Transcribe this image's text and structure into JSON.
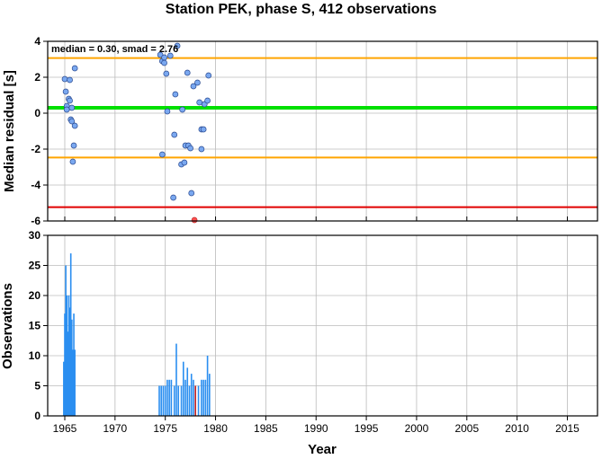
{
  "title": "Station PEK, phase S, 412 observations",
  "chart_data": [
    {
      "type": "scatter",
      "ylabel": "Median residual [s]",
      "annotation": "median = 0.30, smad = 2.76",
      "xlim": [
        1963.3,
        2018.0
      ],
      "ylim": [
        -6,
        4
      ],
      "yticks": [
        "-6",
        "-4",
        "-2",
        "0",
        "2",
        "4"
      ],
      "grid": true,
      "reference_lines": [
        {
          "y": 3.07,
          "color": "#ffa500"
        },
        {
          "y": 0.3,
          "color": "#00e000"
        },
        {
          "y": -2.47,
          "color": "#ffa500"
        },
        {
          "y": -5.23,
          "color": "#e00000"
        }
      ],
      "points": [
        {
          "x": 1965.0,
          "y": 1.9
        },
        {
          "x": 1965.1,
          "y": 1.2
        },
        {
          "x": 1965.2,
          "y": 0.4
        },
        {
          "x": 1965.2,
          "y": 0.2
        },
        {
          "x": 1965.4,
          "y": 0.8
        },
        {
          "x": 1965.5,
          "y": 1.85
        },
        {
          "x": 1965.5,
          "y": 0.7
        },
        {
          "x": 1965.6,
          "y": -0.35
        },
        {
          "x": 1965.7,
          "y": 0.3
        },
        {
          "x": 1965.7,
          "y": -0.45
        },
        {
          "x": 1965.9,
          "y": -1.8
        },
        {
          "x": 1965.8,
          "y": -2.7
        },
        {
          "x": 1966.0,
          "y": -0.7
        },
        {
          "x": 1966.0,
          "y": 2.5
        },
        {
          "x": 1974.5,
          "y": 3.25
        },
        {
          "x": 1974.7,
          "y": 2.9
        },
        {
          "x": 1974.7,
          "y": -2.3
        },
        {
          "x": 1974.9,
          "y": 3.1
        },
        {
          "x": 1974.9,
          "y": 2.8
        },
        {
          "x": 1975.1,
          "y": 2.2
        },
        {
          "x": 1975.2,
          "y": 0.1
        },
        {
          "x": 1975.5,
          "y": 3.2
        },
        {
          "x": 1975.8,
          "y": -4.7
        },
        {
          "x": 1975.9,
          "y": -1.2
        },
        {
          "x": 1976.0,
          "y": 1.05
        },
        {
          "x": 1976.2,
          "y": 3.75
        },
        {
          "x": 1976.6,
          "y": -2.85
        },
        {
          "x": 1976.7,
          "y": 0.2
        },
        {
          "x": 1976.9,
          "y": -2.75
        },
        {
          "x": 1977.0,
          "y": -1.8
        },
        {
          "x": 1977.2,
          "y": 2.25
        },
        {
          "x": 1977.3,
          "y": -1.8
        },
        {
          "x": 1977.5,
          "y": -1.95
        },
        {
          "x": 1977.6,
          "y": -4.45
        },
        {
          "x": 1977.8,
          "y": 1.5
        },
        {
          "x": 1977.9,
          "y": -5.95,
          "color": "#ff5050"
        },
        {
          "x": 1978.2,
          "y": 1.7
        },
        {
          "x": 1978.4,
          "y": 0.6
        },
        {
          "x": 1978.6,
          "y": -2.0
        },
        {
          "x": 1978.6,
          "y": -0.9
        },
        {
          "x": 1978.8,
          "y": -0.9
        },
        {
          "x": 1978.9,
          "y": 0.5
        },
        {
          "x": 1979.2,
          "y": 0.7
        },
        {
          "x": 1979.3,
          "y": 2.1
        }
      ]
    },
    {
      "type": "bar",
      "xlabel": "Year",
      "ylabel": "Observations",
      "xlim": [
        1963.3,
        2018.0
      ],
      "ylim": [
        0,
        30
      ],
      "yticks": [
        "0",
        "5",
        "10",
        "15",
        "20",
        "25",
        "30"
      ],
      "xticks": [
        "1965",
        "1970",
        "1975",
        "1980",
        "1985",
        "1990",
        "1995",
        "2000",
        "2005",
        "2010",
        "2015"
      ],
      "grid": true,
      "bars": [
        {
          "x": 1964.9,
          "v": 9
        },
        {
          "x": 1965.0,
          "v": 17
        },
        {
          "x": 1965.1,
          "v": 25
        },
        {
          "x": 1965.2,
          "v": 20
        },
        {
          "x": 1965.3,
          "v": 14
        },
        {
          "x": 1965.4,
          "v": 20
        },
        {
          "x": 1965.5,
          "v": 18
        },
        {
          "x": 1965.6,
          "v": 27
        },
        {
          "x": 1965.7,
          "v": 16
        },
        {
          "x": 1965.8,
          "v": 11
        },
        {
          "x": 1965.9,
          "v": 17
        },
        {
          "x": 1966.0,
          "v": 11
        },
        {
          "x": 1974.4,
          "v": 5
        },
        {
          "x": 1974.6,
          "v": 5
        },
        {
          "x": 1974.8,
          "v": 5
        },
        {
          "x": 1975.0,
          "v": 5
        },
        {
          "x": 1975.2,
          "v": 6
        },
        {
          "x": 1975.4,
          "v": 6
        },
        {
          "x": 1975.6,
          "v": 6
        },
        {
          "x": 1975.9,
          "v": 5
        },
        {
          "x": 1976.1,
          "v": 12
        },
        {
          "x": 1976.3,
          "v": 5
        },
        {
          "x": 1976.6,
          "v": 5
        },
        {
          "x": 1976.8,
          "v": 9
        },
        {
          "x": 1977.0,
          "v": 6
        },
        {
          "x": 1977.2,
          "v": 8
        },
        {
          "x": 1977.4,
          "v": 5
        },
        {
          "x": 1977.6,
          "v": 7
        },
        {
          "x": 1977.8,
          "v": 6
        },
        {
          "x": 1978.0,
          "v": 5,
          "color": "#c02020"
        },
        {
          "x": 1978.3,
          "v": 5
        },
        {
          "x": 1978.6,
          "v": 6
        },
        {
          "x": 1978.8,
          "v": 6
        },
        {
          "x": 1979.0,
          "v": 6
        },
        {
          "x": 1979.2,
          "v": 10
        },
        {
          "x": 1979.4,
          "v": 7
        }
      ]
    }
  ]
}
